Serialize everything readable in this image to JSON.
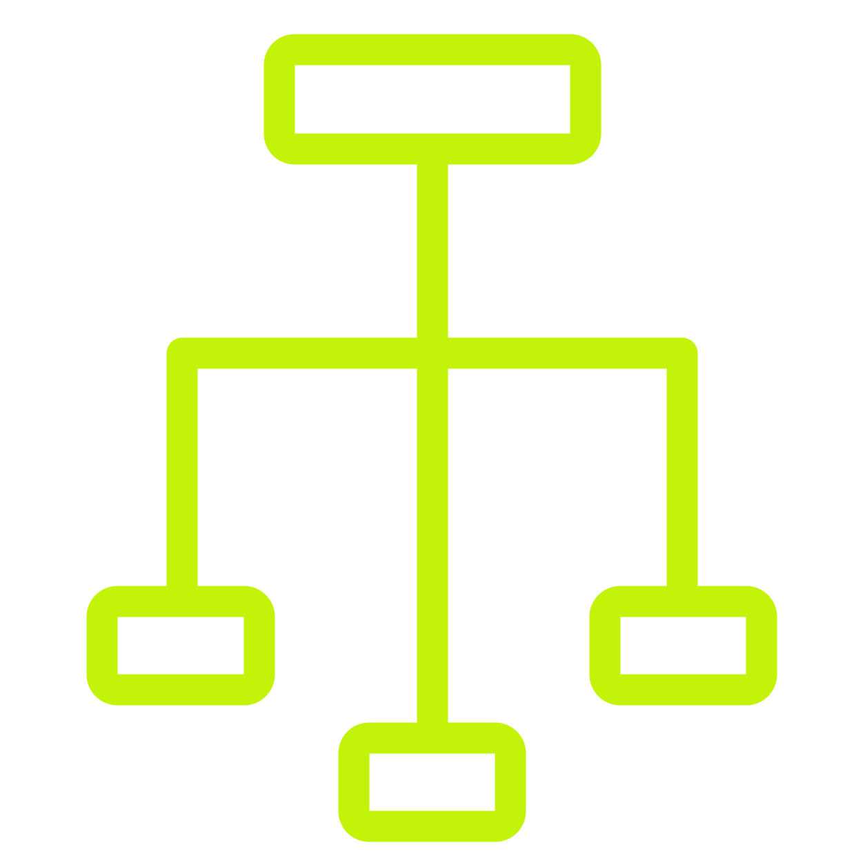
{
  "diagram": {
    "type": "hierarchy-icon",
    "icon": "hierarchy-icon",
    "stroke_color": "#c4f30a",
    "background_color": "#ffffff",
    "nodes": [
      {
        "id": "root",
        "label": "",
        "level": 0
      },
      {
        "id": "left-child",
        "label": "",
        "level": 1
      },
      {
        "id": "center-child",
        "label": "",
        "level": 1
      },
      {
        "id": "right-child",
        "label": "",
        "level": 1
      }
    ],
    "edges": [
      {
        "from": "root",
        "to": "left-child"
      },
      {
        "from": "root",
        "to": "center-child"
      },
      {
        "from": "root",
        "to": "right-child"
      }
    ]
  }
}
